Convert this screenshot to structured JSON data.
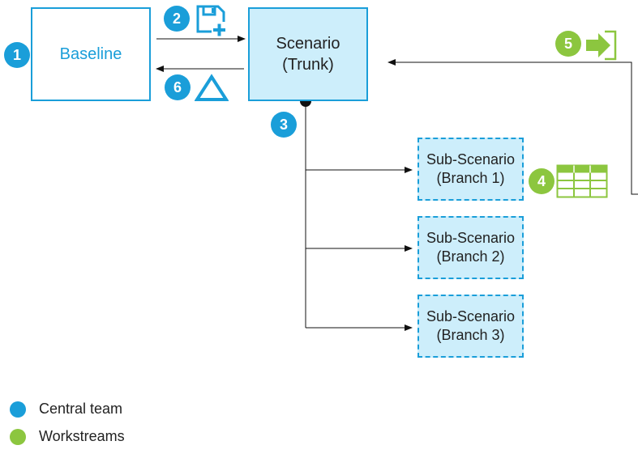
{
  "colors": {
    "central": "#1a9ed9",
    "workstream": "#8cc63f",
    "trunk_fill": "#cdeefb"
  },
  "nodes": {
    "baseline": "Baseline",
    "trunk": {
      "line1": "Scenario",
      "line2": "(Trunk)"
    },
    "branches": [
      {
        "line1": "Sub-Scenario",
        "line2": "(Branch 1)"
      },
      {
        "line1": "Sub-Scenario",
        "line2": "(Branch 2)"
      },
      {
        "line1": "Sub-Scenario",
        "line2": "(Branch 3)"
      }
    ]
  },
  "steps": [
    {
      "num": "1",
      "team": "central",
      "icon": ""
    },
    {
      "num": "2",
      "team": "central",
      "icon": "save-add-icon"
    },
    {
      "num": "3",
      "team": "central",
      "icon": ""
    },
    {
      "num": "4",
      "team": "workstream",
      "icon": "table-icon"
    },
    {
      "num": "5",
      "team": "workstream",
      "icon": "import-arrow-icon"
    },
    {
      "num": "6",
      "team": "central",
      "icon": "delta-icon"
    }
  ],
  "legend": [
    {
      "label": "Central team",
      "color": "#1a9ed9"
    },
    {
      "label": "Workstreams",
      "color": "#8cc63f"
    }
  ]
}
